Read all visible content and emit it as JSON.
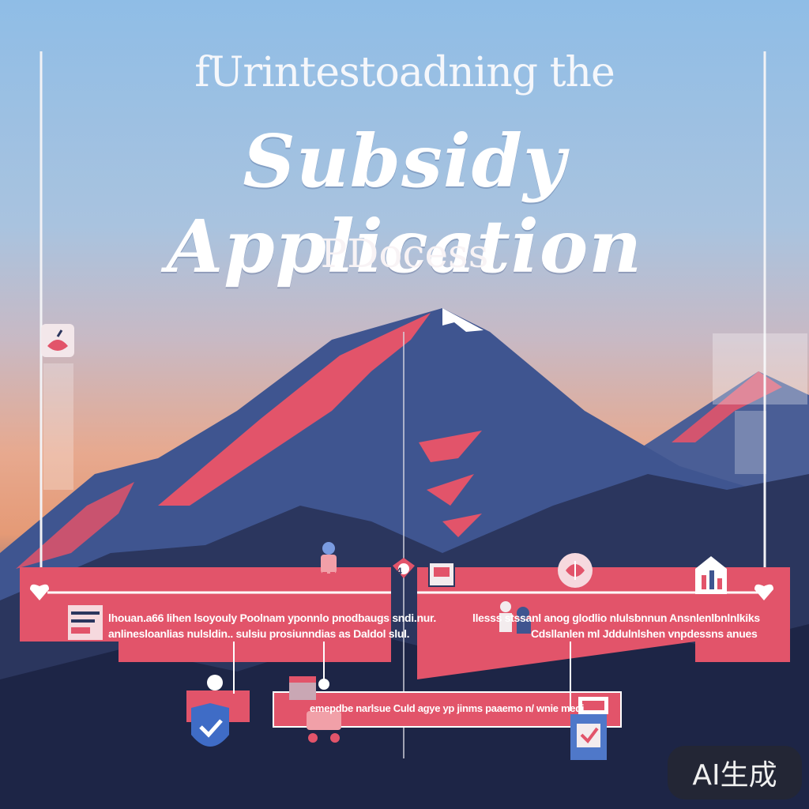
{
  "title": {
    "line1": "fUrintestoadning the",
    "line2": "Subsidy Application",
    "line3": "PDocess"
  },
  "bands": {
    "left_line1": "lhouan.a66 lihen lsoyouly Poolnam yponnlo pnodbaugs sndi.nur.",
    "left_line2": "anlinesloanlias nulsldin.. sulsiu prosiunndias as Daldol slul.",
    "right_line1": "llesss stssanl anog glodlio nlulsbnnun Ansnlenlbnlnlkiks",
    "right_line2": "Cdsllanlen ml Jddulnlshen vnpdessns anues",
    "bottom_line": "emepdbe narlsue Culd agye yp jinms paaemo n/ wnie medj"
  },
  "badge": {
    "number": "4"
  },
  "watermark": {
    "text": "AI生成"
  },
  "colors": {
    "sky_top": "#8fbde6",
    "sunset": "#e59a76",
    "mountain": "#3f5590",
    "accent_red": "#e2546a",
    "night": "#1c2444"
  }
}
